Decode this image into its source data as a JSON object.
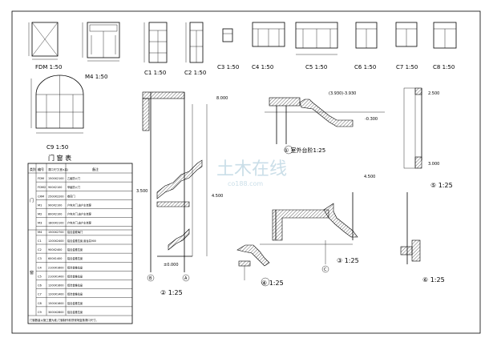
{
  "window_labels": {
    "fdm": "FDM 1:50",
    "m4": "M4 1:50",
    "c1": "C1 1:50",
    "c2": "C2 1:50",
    "c3": "C3 1:50",
    "c4": "C4 1:50",
    "c5": "C5 1:50",
    "c6": "C6 1:50",
    "c7": "C7 1:50",
    "c8": "C8 1:50",
    "c9": "C9 1:50"
  },
  "table": {
    "title": "门 窗 表",
    "headers": [
      "类别",
      "编号",
      "洞口尺寸(宽×高)",
      "备注"
    ],
    "door_group": "门",
    "window_group": "窗",
    "rows": [
      [
        "FDM",
        "1500X2100",
        "乙级防火门"
      ],
      [
        "FDM2",
        "900X2100",
        "甲级防火门"
      ],
      [
        "CRM",
        "2500X2200",
        "卷帘门"
      ],
      [
        "M1",
        "900X2100",
        "户内木门,由户主自理"
      ],
      [
        "M2",
        "800X2100",
        "户内木门,由户主自理"
      ],
      [
        "M3",
        "1800X2100",
        "户内木门,由户主自理"
      ],
      [
        "M4",
        "1500X2700",
        "铝合金玻璃门"
      ],
      [
        "C1",
        "1200X2400",
        "铝合金推拉窗,窗台高900"
      ],
      [
        "C2",
        "900X2400",
        "铝合金推拉窗"
      ],
      [
        "C3",
        "600X1400",
        "铝合金推拉窗"
      ],
      [
        "C4",
        "2100X1600",
        "铝合金推拉窗"
      ],
      [
        "C5",
        "2100X1400",
        "铝合金推拉窗"
      ],
      [
        "C6",
        "1200X1600",
        "铝合金推拉窗"
      ],
      [
        "C7",
        "1200X1400",
        "铝合金推拉窗"
      ],
      [
        "C8",
        "1500X1600",
        "铝合金推拉窗"
      ],
      [
        "C9",
        "3000X2800",
        "铝合金推拉窗"
      ]
    ],
    "note": "门窗数量以施工图为准,门窗制作前须现场复核洞口尺寸。"
  },
  "details": {
    "d1": "① 室外台阶1:25",
    "d2": "② 1:25",
    "d3": "③ 1:25",
    "d4": "④ 1:25",
    "d5": "⑤ 1:25",
    "d6": "⑥ 1:25",
    "axis_b": "B",
    "axis_a": "A",
    "axis_c": "C"
  },
  "dimensions": {
    "top_elev": "(3.930)-3.930",
    "e_8000": "8.000",
    "e_4500": "4.500",
    "e_3500": "3.500",
    "e_0": "±0.000",
    "e_m300": "-0.300",
    "e_2500": "2.500",
    "e_3000": "3.000"
  },
  "watermark": {
    "cn": "土木在线",
    "en": "co188.com"
  }
}
